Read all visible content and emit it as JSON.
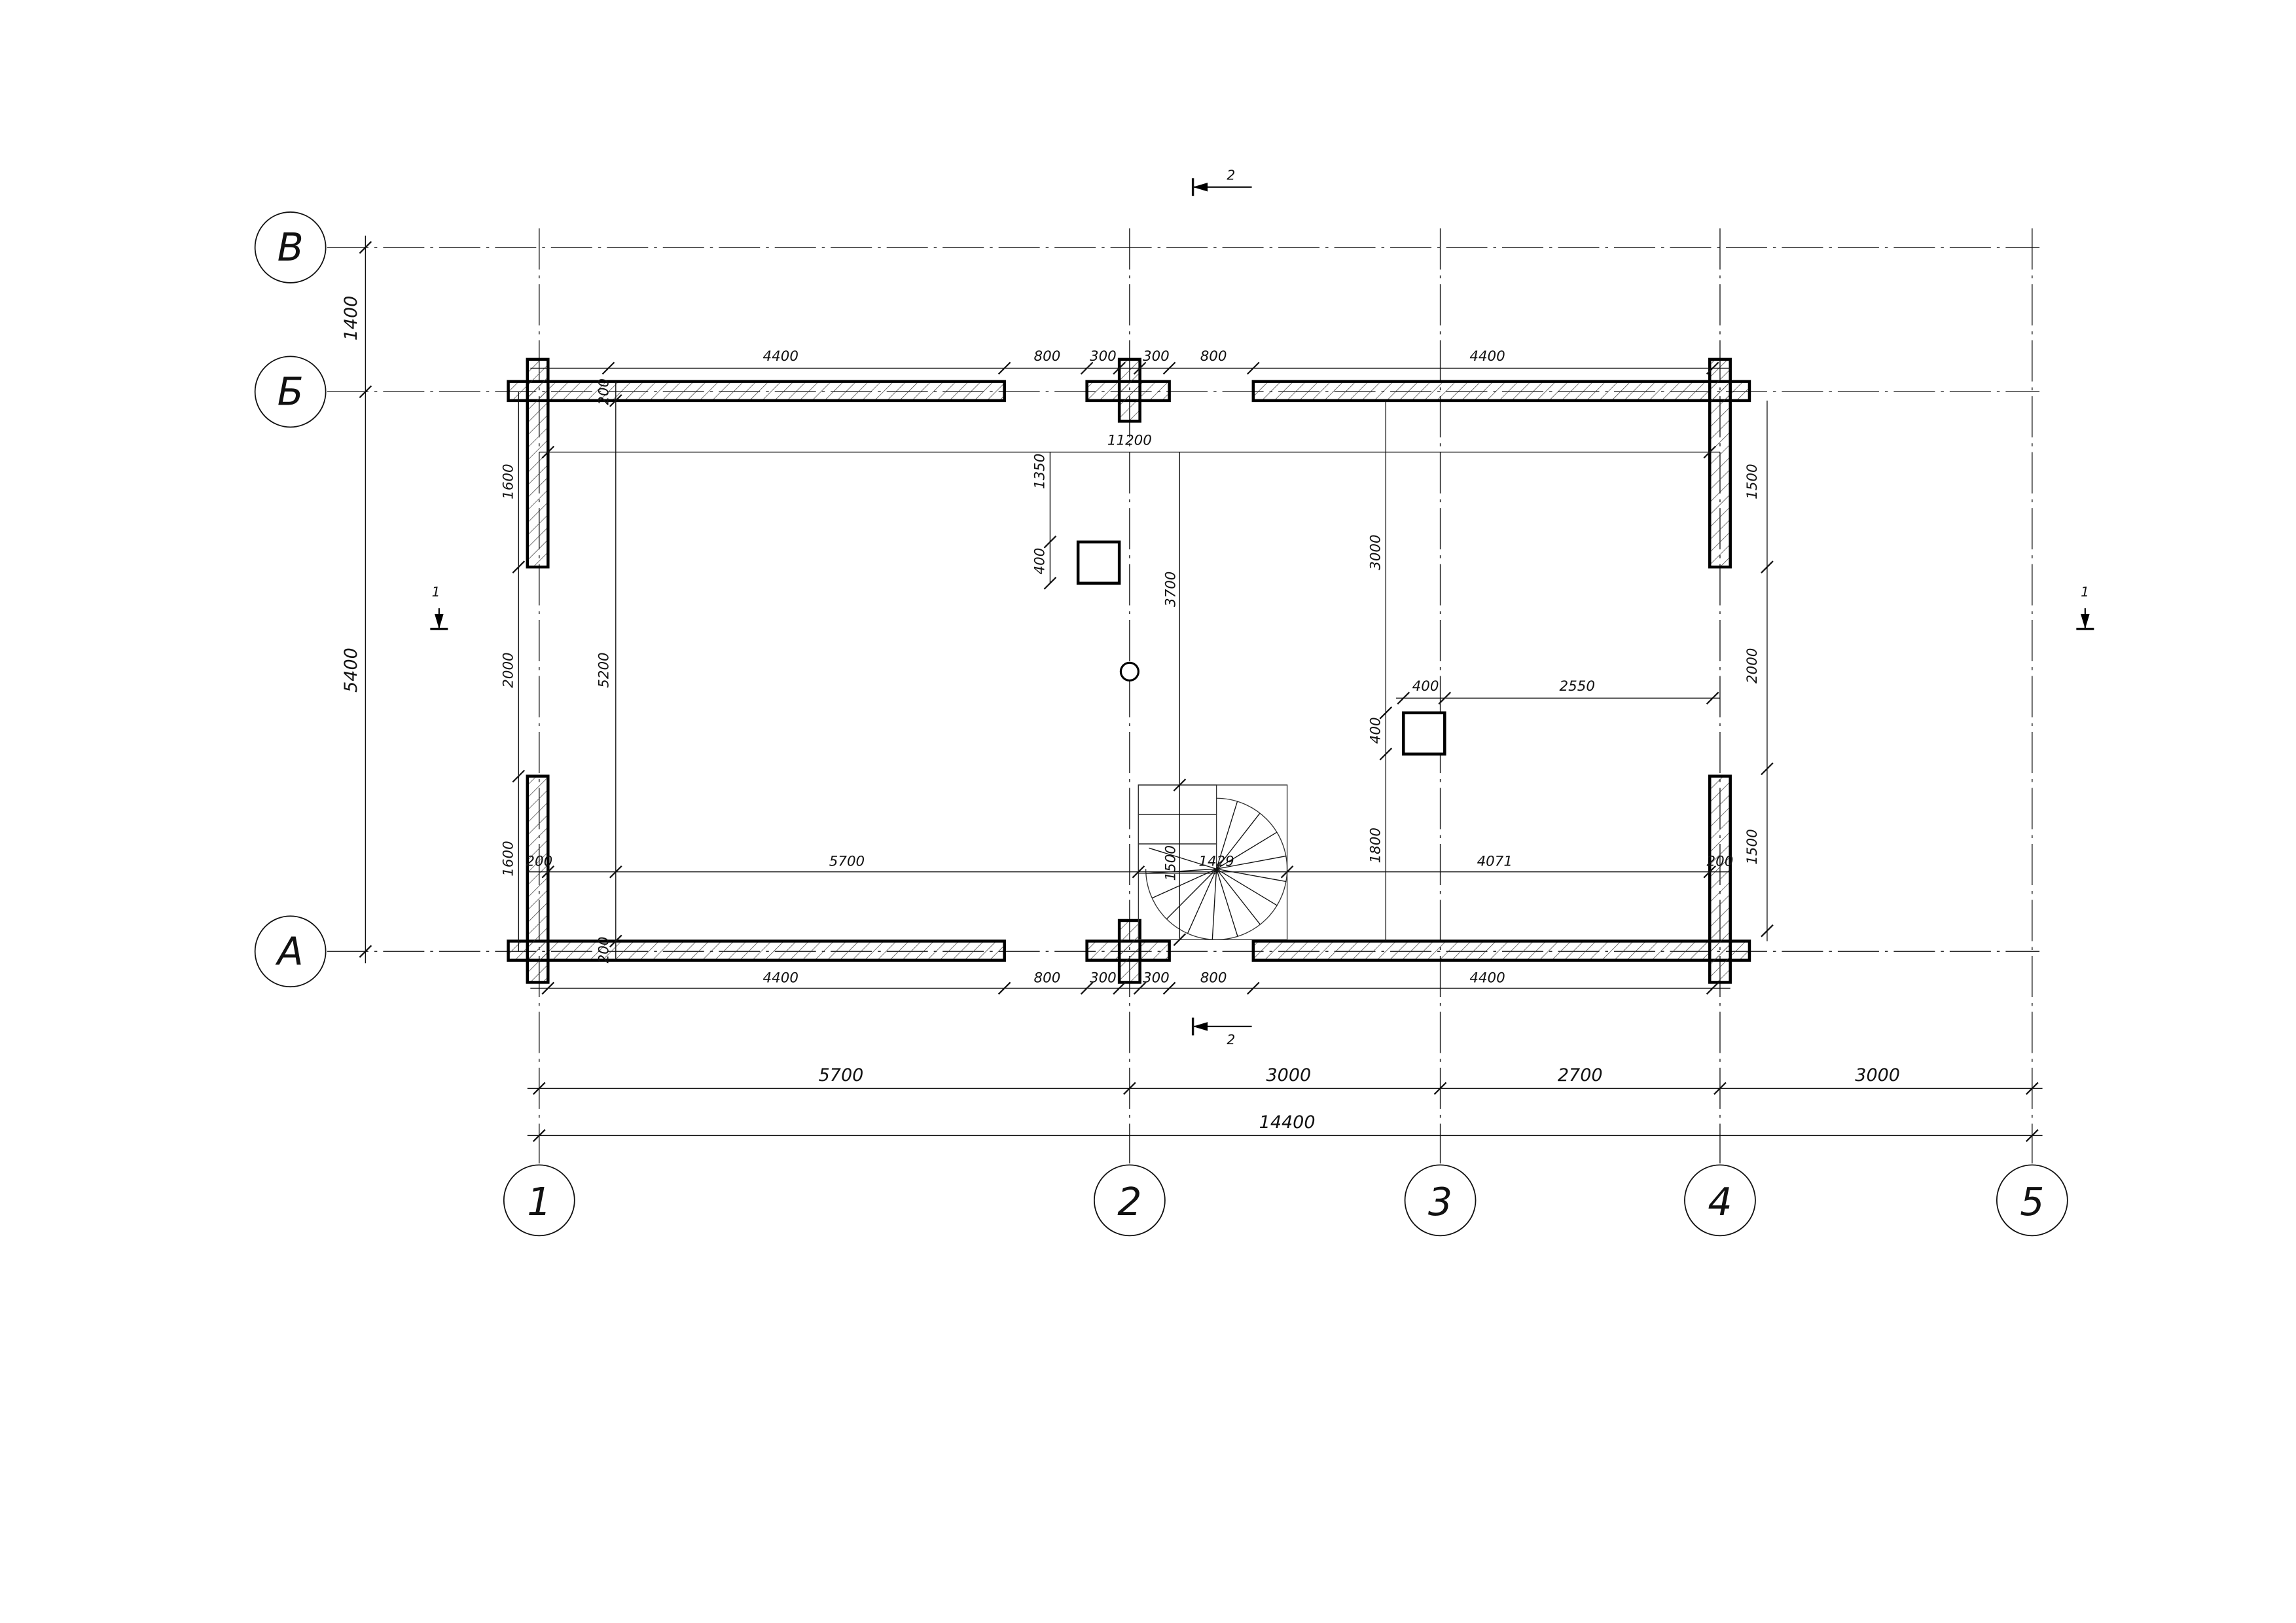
{
  "axes": {
    "rows": [
      "В",
      "Б",
      "А"
    ],
    "columns": [
      "1",
      "2",
      "3",
      "4",
      "5"
    ]
  },
  "section_marks": {
    "top": "2",
    "bottom": "2",
    "left": "1",
    "right": "1"
  },
  "dims": {
    "top_chain": [
      "4400",
      "800",
      "300",
      "300",
      "800",
      "4400"
    ],
    "top_inner": "11200",
    "column_offset": [
      "400",
      "2550"
    ],
    "inner_chain": [
      "200",
      "5700",
      "1429",
      "4071",
      "200"
    ],
    "bottom_chain": [
      "4400",
      "800",
      "300",
      "300",
      "800",
      "4400"
    ],
    "axis_chain": [
      "5700",
      "3000",
      "2700",
      "3000"
    ],
    "overall": "14400",
    "left_outer": [
      "1400",
      "5400"
    ],
    "left_wall": [
      "200",
      "200",
      "1600",
      "2000",
      "1600",
      "5200"
    ],
    "column_left": [
      "1350",
      "400",
      "3700",
      "1500"
    ],
    "column_right": [
      "3000",
      "400",
      "1800"
    ],
    "right_wall": [
      "1500",
      "2000",
      "1500"
    ]
  },
  "colors": {
    "line": "#111111",
    "hatch": "#333333",
    "background": "#ffffff"
  }
}
